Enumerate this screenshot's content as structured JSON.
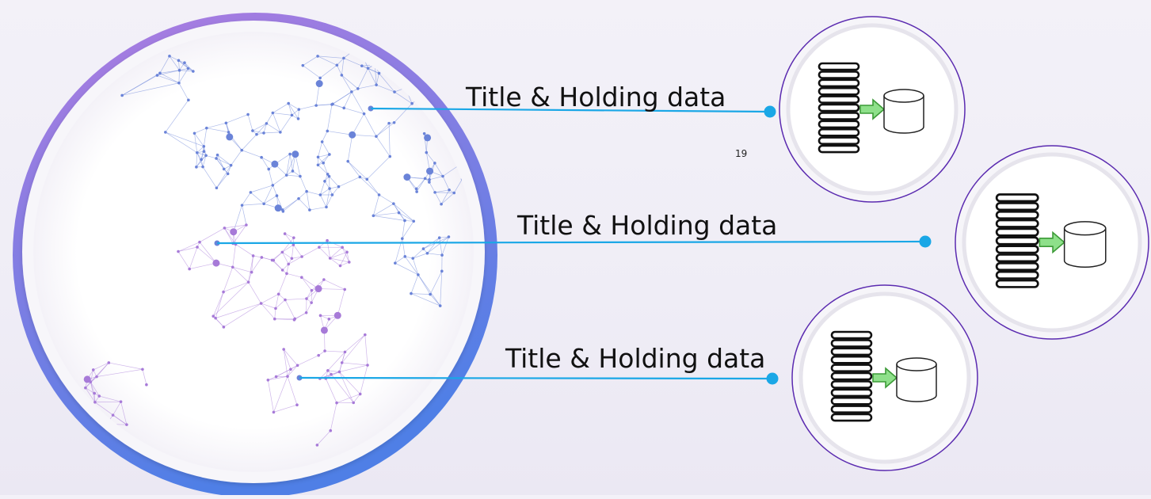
{
  "page_number": "19",
  "rows": [
    {
      "label": "Title & Holding data"
    },
    {
      "label": "Title & Holding data"
    },
    {
      "label": "Title & Holding data"
    }
  ],
  "colors": {
    "connector": "#1aa7e6",
    "ring_gradient_top": "#b07ce0",
    "ring_gradient_bottom": "#4f7fe6",
    "node_blue": "#6a83d8",
    "node_purple": "#a77ad8",
    "icon_circle_stroke": "#5b2bb0",
    "arrow_fill": "#8ee08a",
    "arrow_stroke": "#3c9a37"
  },
  "icons": {
    "source": "stacked-database-icon",
    "arrow": "right-arrow-icon",
    "target": "database-cylinder-icon"
  }
}
